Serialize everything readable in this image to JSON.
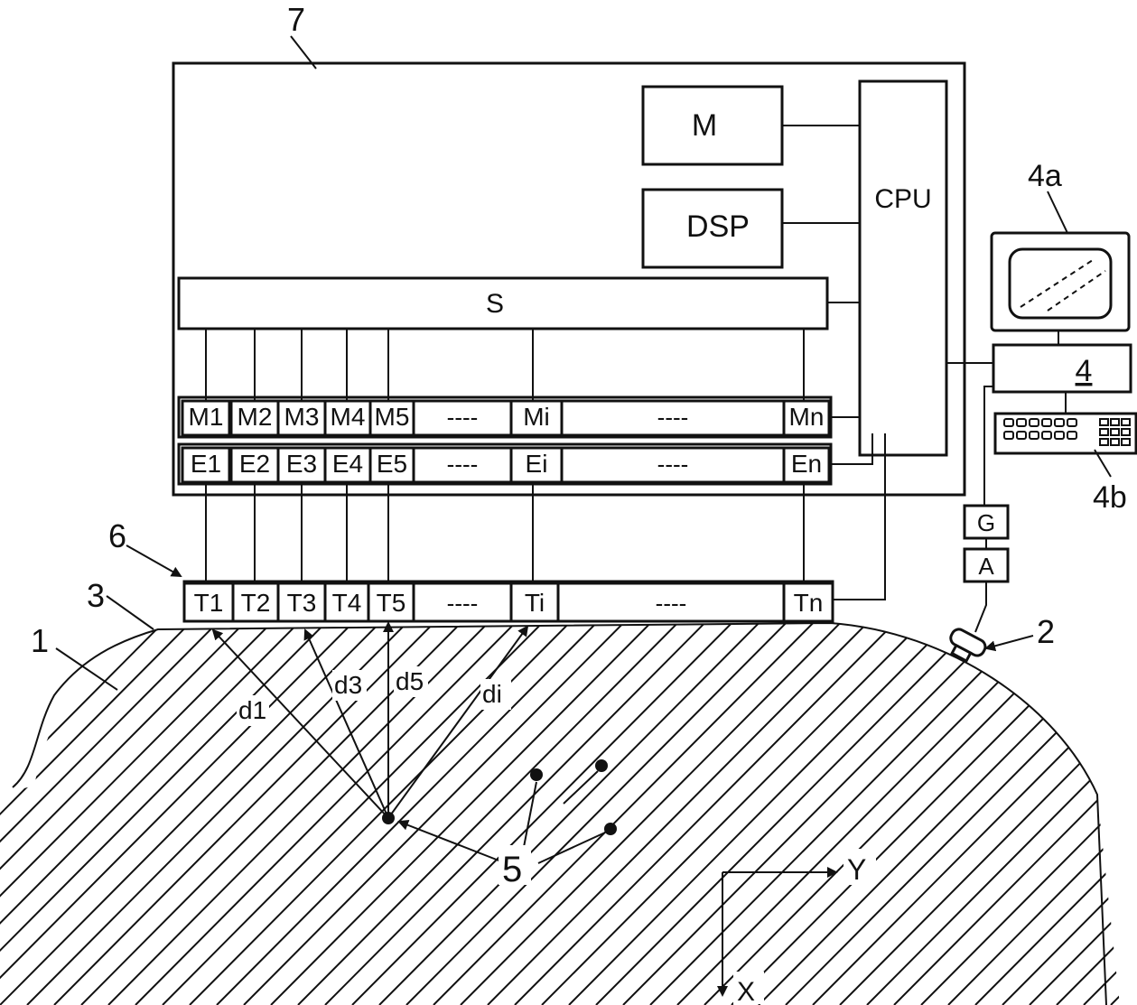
{
  "colors": {
    "ink": "#111111",
    "paper": "#ffffff"
  },
  "labels": {
    "unit_number": "7",
    "memory": "M",
    "dsp": "DSP",
    "cpu": "CPU",
    "switch_bus": "S",
    "computer": "4",
    "monitor_ref": "4a",
    "keyboard_ref": "4b",
    "generator": "G",
    "amplifier": "A",
    "probe_ref": "2",
    "array_ref": "6",
    "surface_ref": "3",
    "body_ref": "1",
    "sources_ref": "5",
    "axis_y": "Y",
    "axis_x": "X",
    "distance_1": "d1",
    "distance_3": "d3",
    "distance_5": "d5",
    "distance_i": "di"
  },
  "channels": {
    "memories": [
      "M1",
      "M2",
      "M3",
      "M4",
      "M5",
      "----",
      "Mi",
      "----",
      "Mn"
    ],
    "encoders": [
      "E1",
      "E2",
      "E3",
      "E4",
      "E5",
      "----",
      "Ei",
      "----",
      "En"
    ],
    "transducers": [
      "T1",
      "T2",
      "T3",
      "T4",
      "T5",
      "----",
      "Ti",
      "----",
      "Tn"
    ]
  }
}
